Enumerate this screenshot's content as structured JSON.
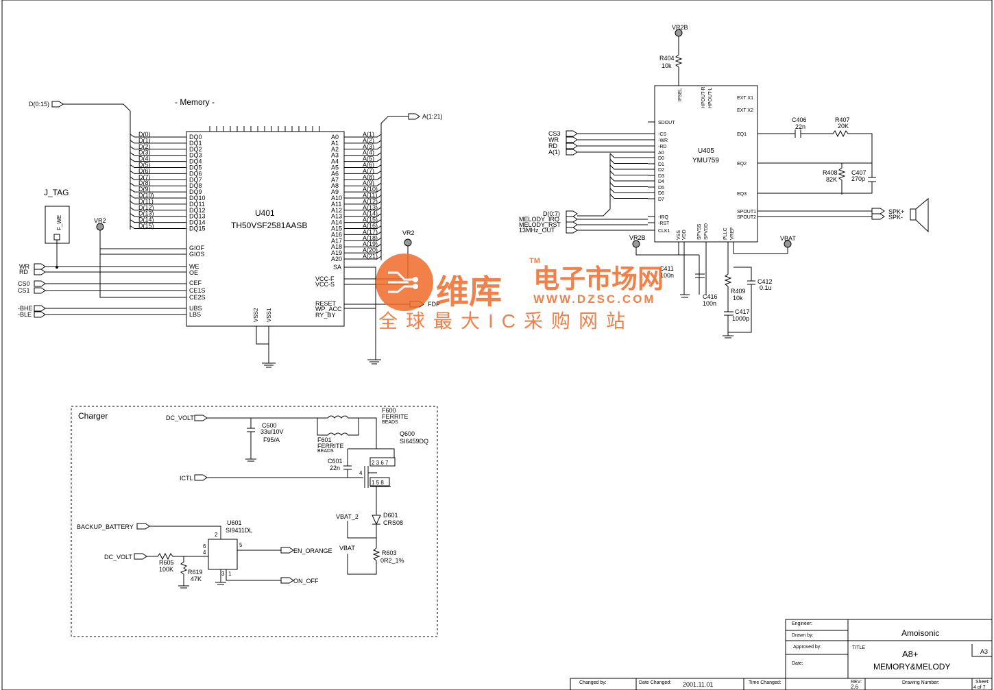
{
  "memory_section": {
    "title": "- Memory -",
    "chip_ref": "U401",
    "chip_part": "TH50VSF2581AASB",
    "data_bus": "D(0:15)",
    "addr_bus": "A(1:21)",
    "left_pins": [
      "D(0)",
      "D(1)",
      "D(2)",
      "D(3)",
      "D(4)",
      "D(5)",
      "D(6)",
      "D(7)",
      "D(8)",
      "D(9)",
      "D(10)",
      "D(11)",
      "D(12)",
      "D(13)",
      "D(14)",
      "D(15)"
    ],
    "dq_pins": [
      "DQ0",
      "DQ1",
      "DQ2",
      "DQ3",
      "DQ4",
      "DQ5",
      "DQ6",
      "DQ7",
      "DQ8",
      "DQ9",
      "DQ10",
      "DQ11",
      "DQ12",
      "DQ13",
      "DQ14",
      "DQ15"
    ],
    "right_pins": [
      "A(1)",
      "A(2)",
      "A(3)",
      "A(4)",
      "A(5)",
      "A(6)",
      "A(7)",
      "A(8)",
      "A(9)",
      "A(10)",
      "A(11)",
      "A(12)",
      "A(13)",
      "A(14)",
      "A(15)",
      "A(16)",
      "A(17)",
      "A(18)",
      "A(19)",
      "A(20)",
      "A(21)"
    ],
    "a_pins": [
      "A0",
      "A1",
      "A2",
      "A3",
      "A4",
      "A5",
      "A6",
      "A7",
      "A8",
      "A9",
      "A10",
      "A11",
      "A12",
      "A13",
      "A14",
      "A15",
      "A16",
      "A17",
      "A18",
      "A19",
      "A20"
    ],
    "ctrl_left": [
      "GIOF",
      "GIOS",
      "WE",
      "OE",
      "CEF",
      "CE1S",
      "CE2S",
      "UBS",
      "LBS"
    ],
    "ctrl_right": [
      "SA",
      "VCC-F",
      "VCC-S",
      "RESET",
      "WP_ACC",
      "RY_BY"
    ],
    "sig_left": [
      "WR",
      "RD",
      "CS0",
      "CS1",
      "-BHE",
      "-BLE"
    ],
    "bottom_pins": [
      "VSS2",
      "VSS1"
    ],
    "jtag_label": "J_TAG",
    "jtag_pin": "F_WE",
    "vr2": "VR2",
    "fdp": "FDP"
  },
  "melody_section": {
    "chip_ref": "U405",
    "chip_part": "YMU759",
    "vr2b": "VR2B",
    "r404": "R404",
    "r404_val": "10k",
    "inputs": [
      "CS3",
      "WR",
      "RD",
      "A(1)"
    ],
    "pins_left": [
      "SDOUT",
      "-CS",
      "-WR",
      "-RD",
      "A0",
      "D0",
      "D1",
      "D2",
      "D3",
      "D4",
      "D5",
      "D6",
      "D7",
      "-IRQ",
      "-RST",
      "CLK1"
    ],
    "pins_top": [
      "IFSEL",
      "HPOUT-R",
      "HPOUT-L"
    ],
    "pins_right": [
      "EXT X1",
      "EXT X2",
      "EQ1",
      "EQ2",
      "EQ3",
      "SPOUT1",
      "SPOUT2"
    ],
    "pins_bottom": [
      "VSS",
      "VDD",
      "SPVSS",
      "SPVDD",
      "PLLC",
      "VREF"
    ],
    "melody_inputs": [
      "D(0:7)",
      "MELODY_IRQ",
      "MELODY_RST",
      "13MHz_OUT"
    ],
    "speaker": [
      "SPK+",
      "SPK-"
    ],
    "vbat": "VBAT",
    "c406": "C406",
    "c406_val": "22n",
    "r407": "R407",
    "r407_val": "20K",
    "r408": "R408",
    "r408_val": "82K",
    "c407": "C407",
    "c407_val": "270p",
    "c411": "C411",
    "c411_val": "100n",
    "c416": "C416",
    "c416_val": "100n",
    "r409": "R409",
    "r409_val": "10k",
    "c412": "C412",
    "c412_val": "0.1u",
    "c417": "C417",
    "c417_val": "1000p"
  },
  "charger_section": {
    "title": "Charger",
    "dc_volt": "DC_VOLT",
    "c600": "C600",
    "c600_val": "33u/10V",
    "c600_pkg": "F95/A",
    "f600": "F600",
    "f601": "F601",
    "ferrite": "FERRITE",
    "beads": "BEADS",
    "q600": "Q600",
    "q600_part": "SI6459DQ",
    "c601": "C601",
    "c601_val": "22n",
    "ictl": "ICTL",
    "vbat_2": "VBAT_2",
    "d601": "D601",
    "d601_part": "CRS08",
    "vbat": "VBAT",
    "r603": "R603",
    "r603_val": "0R2_1%",
    "backup": "BACKUP_BATTERY",
    "u601": "U601",
    "u601_part": "SI9411DL",
    "r605": "R605",
    "r605_val": "100K",
    "r619": "R619",
    "r619_val": "47K",
    "en_orange": "EN_ORANGE",
    "on_off": "ON_OFF"
  },
  "title_block": {
    "engineer": "Engineer:",
    "drawn_by": "Drawn by:",
    "approved_by": "Approved by:",
    "date": "Date:",
    "company": "Amoisonic",
    "title_lbl": "TITLE",
    "title": "A8+",
    "subtitle": "MEMORY&MELODY",
    "size": "A3",
    "changed_by": "Changed by:",
    "date_changed": "Date Changed:",
    "date_changed_val": "2001.11.01",
    "time_changed": "Time Changed:",
    "rev": "REV:",
    "rev_val": "2.6",
    "drawing_number": "Drawing Number:",
    "sheet": "Sheet:",
    "sheet_val": "4 of 7"
  },
  "watermark": {
    "brand": "维库",
    "tm": "TM",
    "cn_name": "电子市场网",
    "url": "WWW.DZSC.COM",
    "slogan": "全球最大IC采购网站",
    "color": "#f06a2a"
  }
}
